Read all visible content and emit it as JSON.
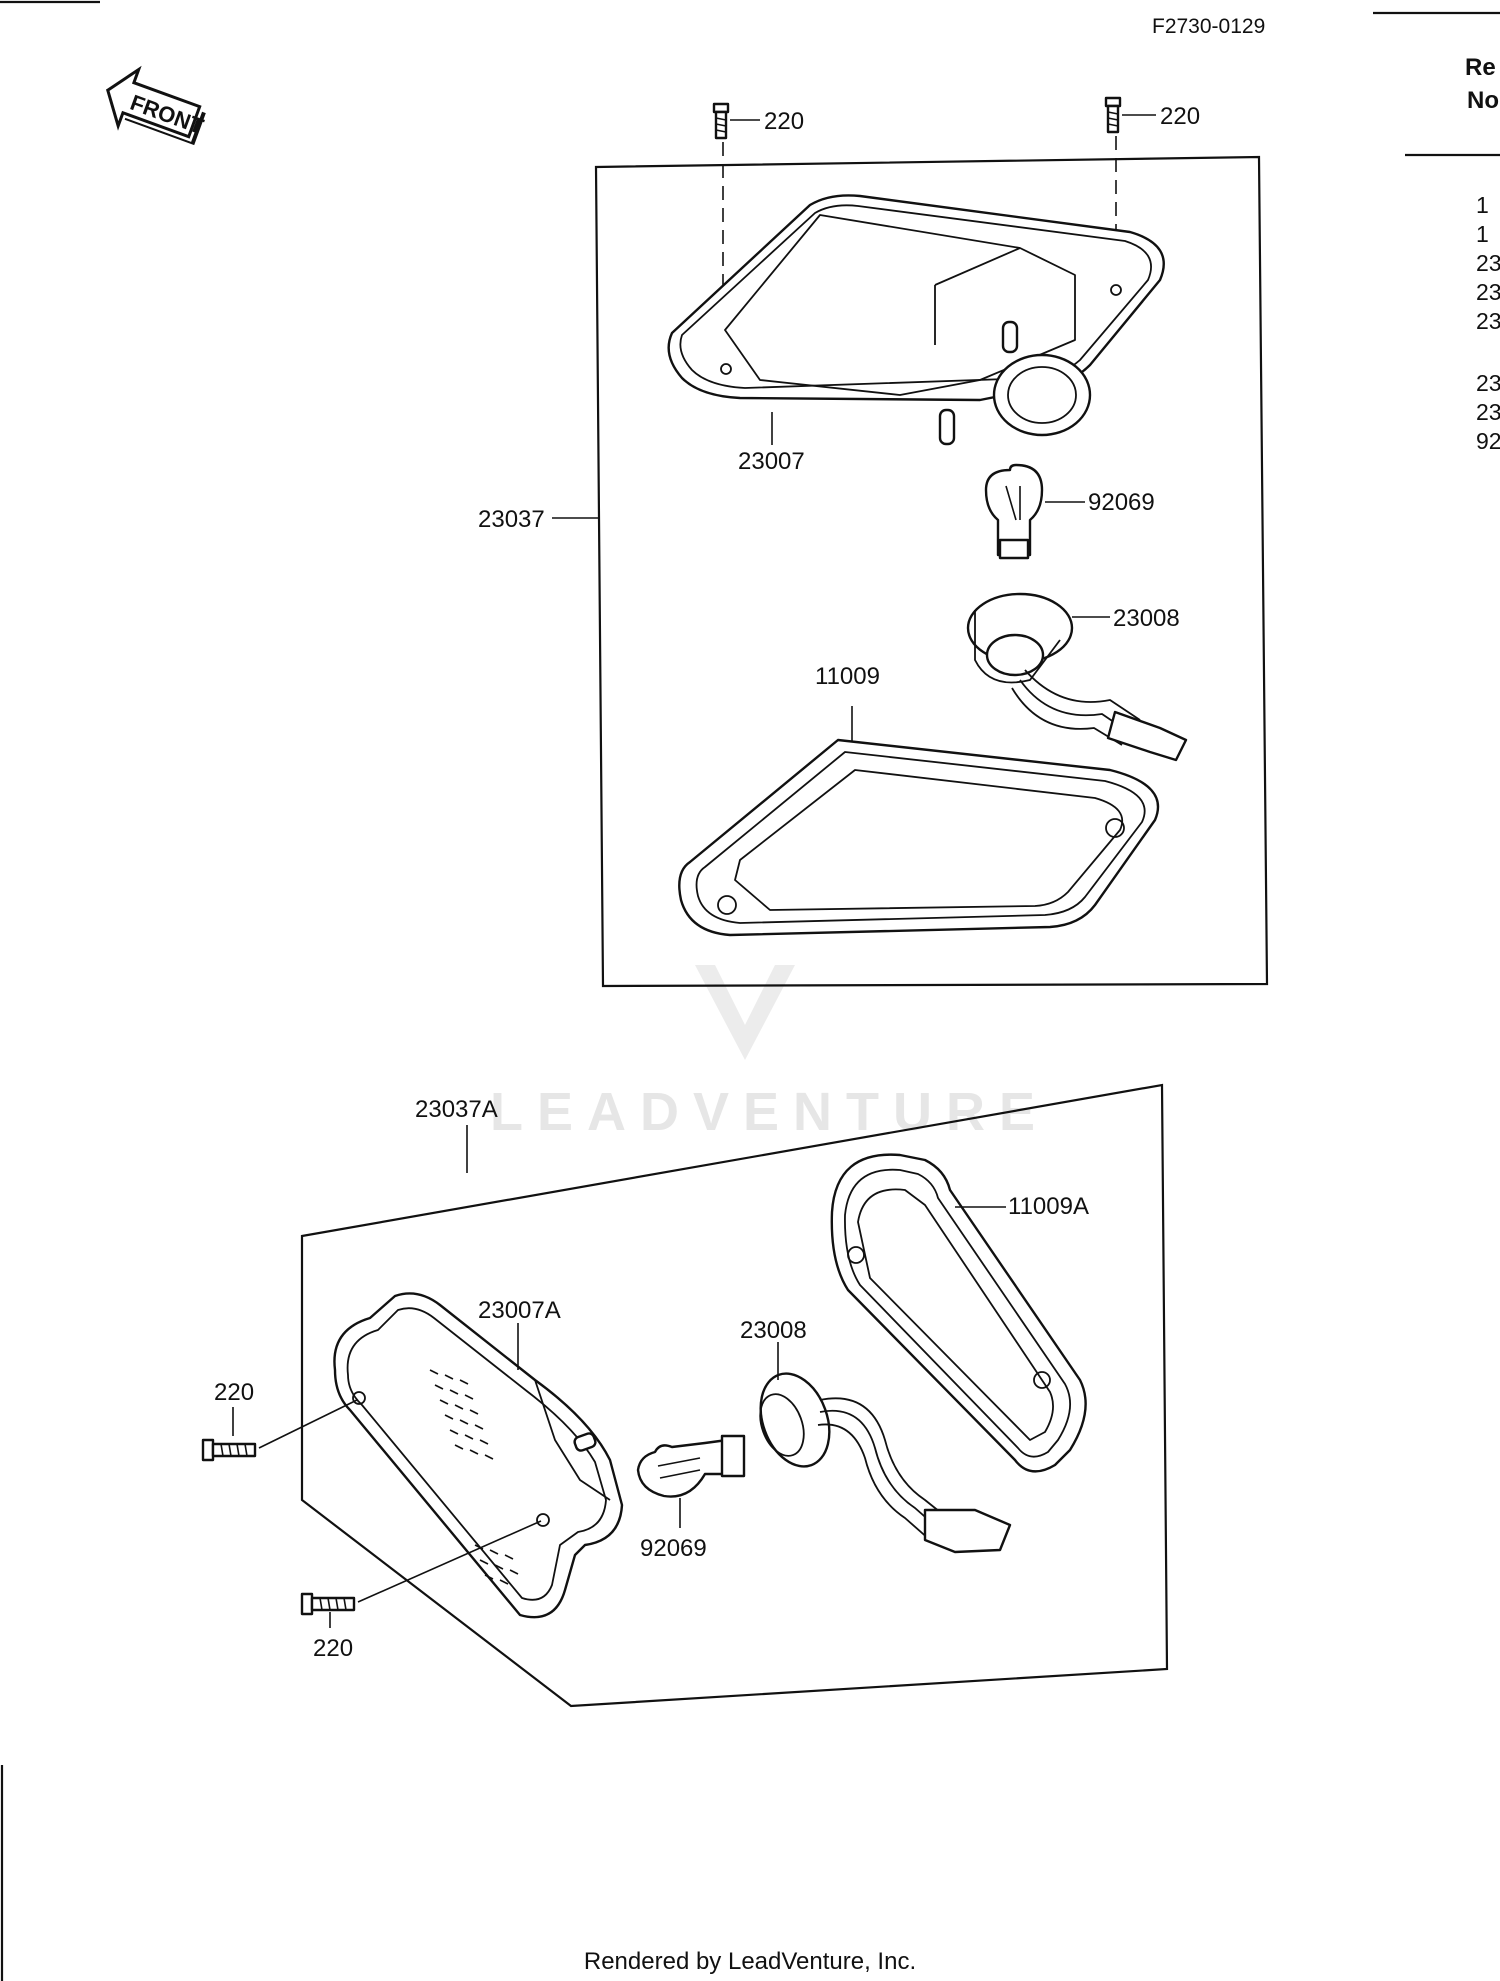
{
  "figure_code": "F2730-0129",
  "front_badge": "FRONT",
  "watermark": "LEADVENTURE",
  "footer": "Rendered by LeadVenture, Inc.",
  "ref_header": [
    "Re",
    "No"
  ],
  "ref_column_partial": [
    "1",
    "1",
    "23",
    "23",
    "23",
    "23",
    "23",
    "92"
  ],
  "top_assembly": {
    "assembly_label": "23037",
    "screw_left_label": "220",
    "screw_right_label": "220",
    "housing_label": "23007",
    "bulb_label": "92069",
    "socket_label": "23008",
    "lens_label": "11009"
  },
  "bottom_assembly": {
    "assembly_label": "23037A",
    "lens_label": "11009A",
    "housing_label": "23007A",
    "socket_label": "23008",
    "screw_top_label": "220",
    "screw_bottom_label": "220",
    "bulb_label": "92069"
  }
}
